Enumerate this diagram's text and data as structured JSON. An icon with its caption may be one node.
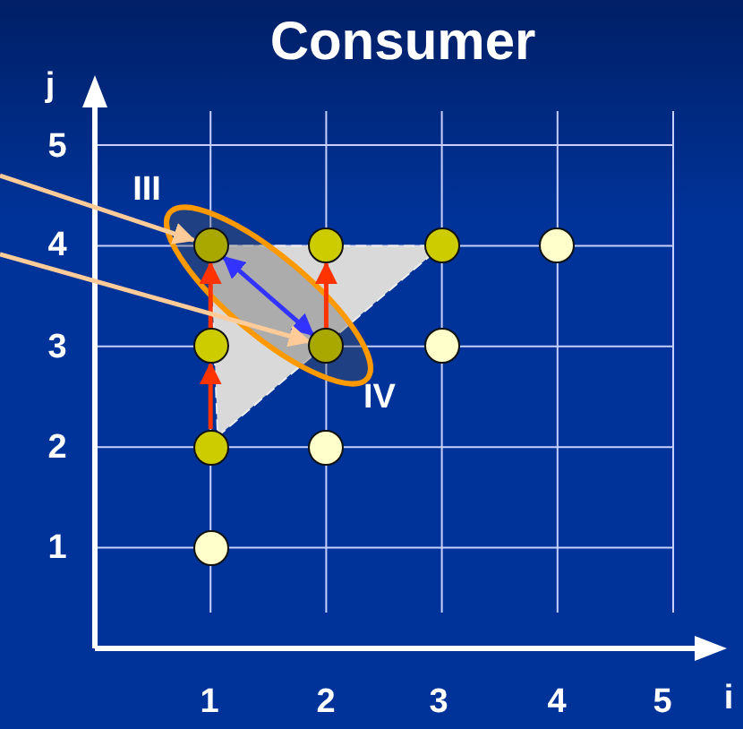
{
  "diagram": {
    "title": "Consumer",
    "nodes": [
      {
        "text": [],
        "shape": "circle"
      },
      {
        "text": [],
        "shape": "circle"
      },
      {
        "text": [],
        "shape": "circle"
      },
      {
        "text": [],
        "shape": "circle"
      },
      {
        "text": [],
        "shape": "circle"
      },
      {
        "text": [],
        "shape": "circle"
      },
      {
        "text": [],
        "shape": "circle"
      },
      {
        "text": [],
        "shape": "circle"
      },
      {
        "text": [],
        "shape": "circle"
      },
      {
        "text": [],
        "shape": "circle"
      }
    ],
    "edges": [
      {
        "from": 7,
        "to": 4,
        "arrow": "to"
      },
      {
        "from": 4,
        "to": 0,
        "arrow": "to"
      },
      {
        "from": 5,
        "to": 1,
        "arrow": "to"
      },
      {
        "from": 0,
        "to": 5,
        "arrow": "both",
        "color": "#3333ff"
      },
      {
        "from": null,
        "to": 0,
        "arrow": "to",
        "color": "#ffcc99"
      },
      {
        "from": null,
        "to": 5,
        "arrow": "to",
        "color": "#ffcc99"
      }
    ],
    "labels": [
      "j",
      "5",
      "III",
      "4",
      "3",
      "IV",
      "2",
      "1",
      "1",
      "2",
      "3",
      "4",
      "5",
      "i"
    ]
  }
}
